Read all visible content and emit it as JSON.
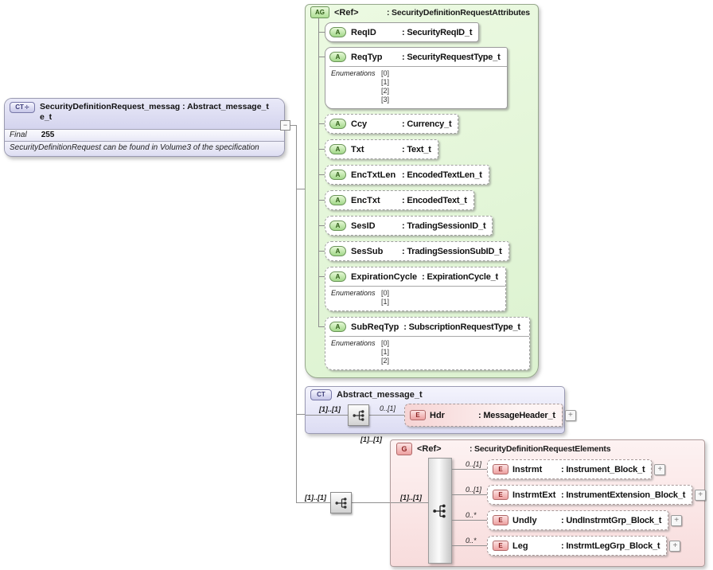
{
  "root_class": {
    "icon": "CT",
    "icon_plus": "✛",
    "title_line1": "SecurityDefinitionRequest_messag : Abstract_message_t",
    "title_line2": "e_t",
    "final_label": "Final",
    "final_value": "255",
    "annotation": "SecurityDefinitionRequest can be found in Volume3 of the specification"
  },
  "attributes_group": {
    "icon": "AG",
    "name": "<Ref>",
    "type": "SecurityDefinitionRequestAttributes",
    "enumerations_label": "Enumerations",
    "attributes": [
      {
        "name": "ReqID",
        "type": "SecurityReqID_t",
        "enumerations": []
      },
      {
        "name": "ReqTyp",
        "type": "SecurityRequestType_t",
        "enumerations": [
          "[0]",
          "[1]",
          "[2]",
          "[3]"
        ]
      },
      {
        "name": "Ccy",
        "type": "Currency_t",
        "enumerations": []
      },
      {
        "name": "Txt",
        "type": "Text_t",
        "enumerations": []
      },
      {
        "name": "EncTxtLen",
        "type": "EncodedTextLen_t",
        "enumerations": []
      },
      {
        "name": "EncTxt",
        "type": "EncodedText_t",
        "enumerations": []
      },
      {
        "name": "SesID",
        "type": "TradingSessionID_t",
        "enumerations": []
      },
      {
        "name": "SesSub",
        "type": "TradingSessionSubID_t",
        "enumerations": []
      },
      {
        "name": "ExpirationCycle",
        "type": "ExpirationCycle_t",
        "enumerations": [
          "[0]",
          "[1]"
        ]
      },
      {
        "name": "SubReqTyp",
        "type": "SubscriptionRequestType_t",
        "enumerations": [
          "[0]",
          "[1]",
          "[2]"
        ]
      }
    ]
  },
  "abstract_message": {
    "icon": "CT",
    "title": "Abstract_message_t",
    "occurrence": "[1]..[1]",
    "child": {
      "icon": "E",
      "occurrence": "0..[1]",
      "name": "Hdr",
      "type": "MessageHeader_t"
    }
  },
  "elements_group": {
    "icon": "G",
    "name": "<Ref>",
    "type": "SecurityDefinitionRequestElements",
    "occurrence_outer": "[1]..[1]",
    "occurrence_link": "[1]..[1]",
    "occurrence_inner": "[1]..[1]",
    "elements": [
      {
        "icon": "E",
        "occurrence": "0..[1]",
        "name": "Instrmt",
        "type": "Instrument_Block_t"
      },
      {
        "icon": "E",
        "occurrence": "0..[1]",
        "name": "InstrmtExt",
        "type": "InstrumentExtension_Block_t"
      },
      {
        "icon": "E",
        "occurrence": "0..*",
        "name": "Undly",
        "type": "UndInstrmtGrp_Block_t"
      },
      {
        "icon": "E",
        "occurrence": "0..*",
        "name": "Leg",
        "type": "InstrmtLegGrp_Block_t"
      }
    ]
  },
  "icons": {
    "expand": "+",
    "collapse": "−"
  },
  "colors": {
    "attribute_green": "#aede94",
    "complextype_lavender": "#dcdcf3",
    "element_pink": "#f8dcdc"
  }
}
